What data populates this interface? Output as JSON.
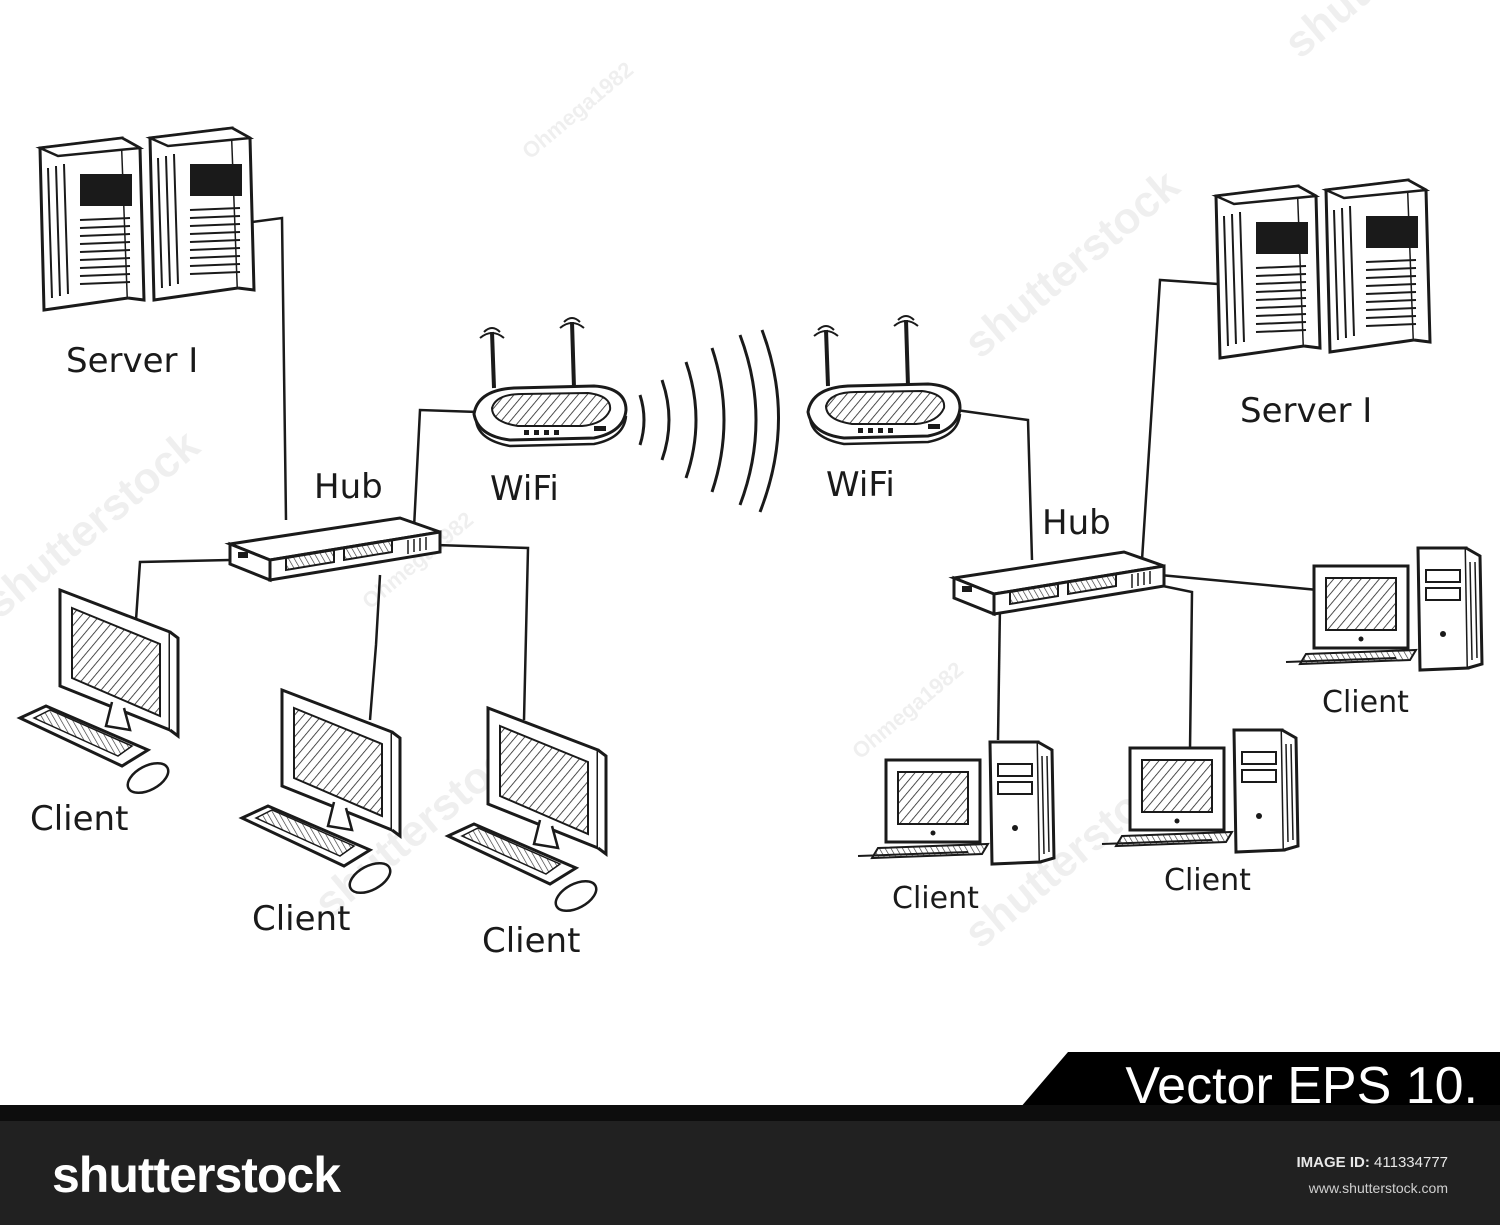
{
  "labels": {
    "server_left": "Server I",
    "server_right": "Server I",
    "hub_left": "Hub",
    "hub_right": "Hub",
    "wifi_left": "WiFi",
    "wifi_right": "WiFi",
    "client": "Client"
  },
  "watermark": {
    "site": "shutterstock",
    "author": "Ohmega1982"
  },
  "banner": {
    "text": "Vector EPS 10."
  },
  "footer": {
    "brand": "shutterstock",
    "image_id_label": "IMAGE ID:",
    "image_id_value": "411334777",
    "url": "www.shutterstock.com"
  },
  "colors": {
    "ink": "#1a1a1a",
    "footer_bg": "#212121",
    "banner_bg": "#000000",
    "paper": "#ffffff"
  }
}
